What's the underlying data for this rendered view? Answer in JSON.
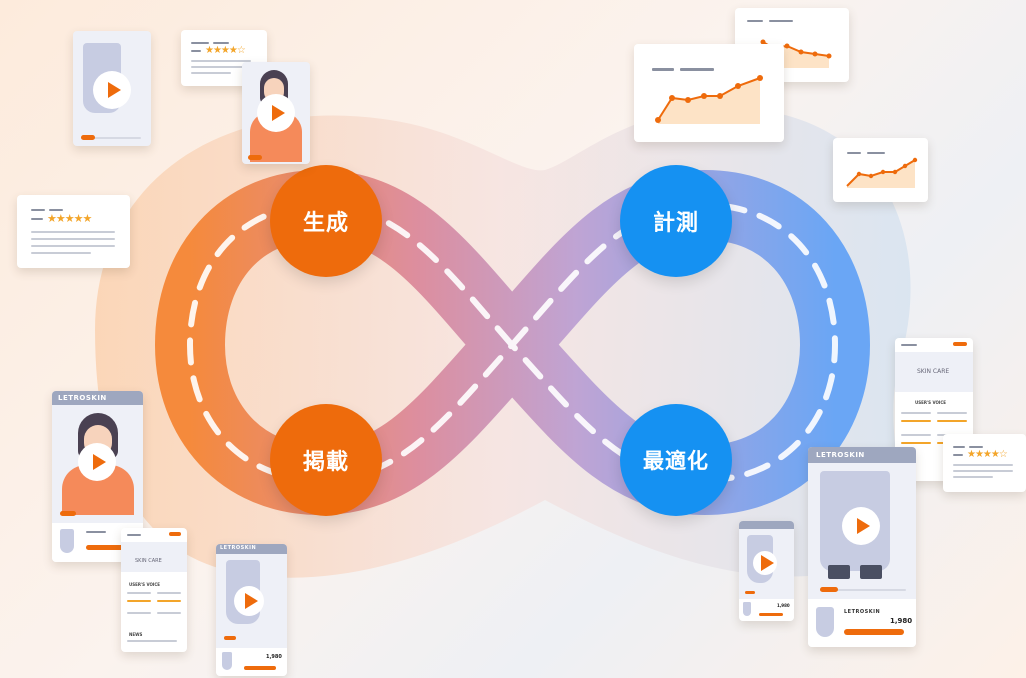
{
  "cycle": {
    "steps": [
      {
        "id": "generate",
        "label": "生成",
        "color": "#ee6b0c"
      },
      {
        "id": "measure",
        "label": "計測",
        "color": "#1591f2"
      },
      {
        "id": "publish",
        "label": "掲載",
        "color": "#ee6b0c"
      },
      {
        "id": "optimize",
        "label": "最適化",
        "color": "#1591f2"
      }
    ]
  },
  "mockups": {
    "brand": "LETROSKIN",
    "price": "1,980",
    "skin_care": "SKIN CARE",
    "users_voice": "USER'S VOICE",
    "news": "NEWS",
    "stars": "★★★★★",
    "stars_four": "★★★★☆"
  },
  "colors": {
    "accent_orange": "#ee6b0c",
    "accent_blue": "#1591f2",
    "chart_line": "#ee6b0c",
    "chart_fill": "#fde3c6"
  }
}
